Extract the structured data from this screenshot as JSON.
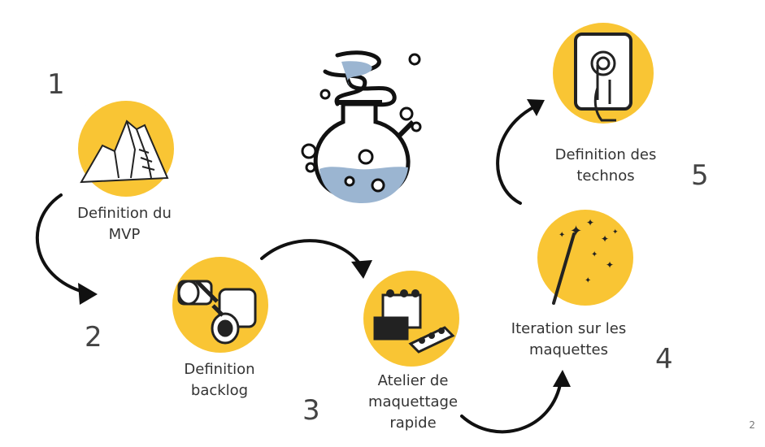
{
  "steps": [
    {
      "number": "1",
      "label_lines": [
        "Definition du",
        "MVP"
      ],
      "icon": "mountain-icon"
    },
    {
      "number": "2",
      "label_lines": [
        "Definition",
        "backlog"
      ],
      "icon": "binoculars-icon"
    },
    {
      "number": "3",
      "label_lines": [
        "Atelier de",
        "maquettage",
        "rapide"
      ],
      "icon": "lego-bricks-icon"
    },
    {
      "number": "4",
      "label_lines": [
        "Iteration sur les",
        "maquettes"
      ],
      "icon": "magic-wand-icon"
    },
    {
      "number": "5",
      "label_lines": [
        "Definition des",
        "technos"
      ],
      "icon": "touch-tablet-icon"
    }
  ],
  "center_icon": "flask-icon",
  "page_number": "2",
  "colors": {
    "circle": "#f9c534",
    "moon": "#c9d6e4",
    "flask_liquid": "#9bb5d1",
    "text": "#333333"
  }
}
